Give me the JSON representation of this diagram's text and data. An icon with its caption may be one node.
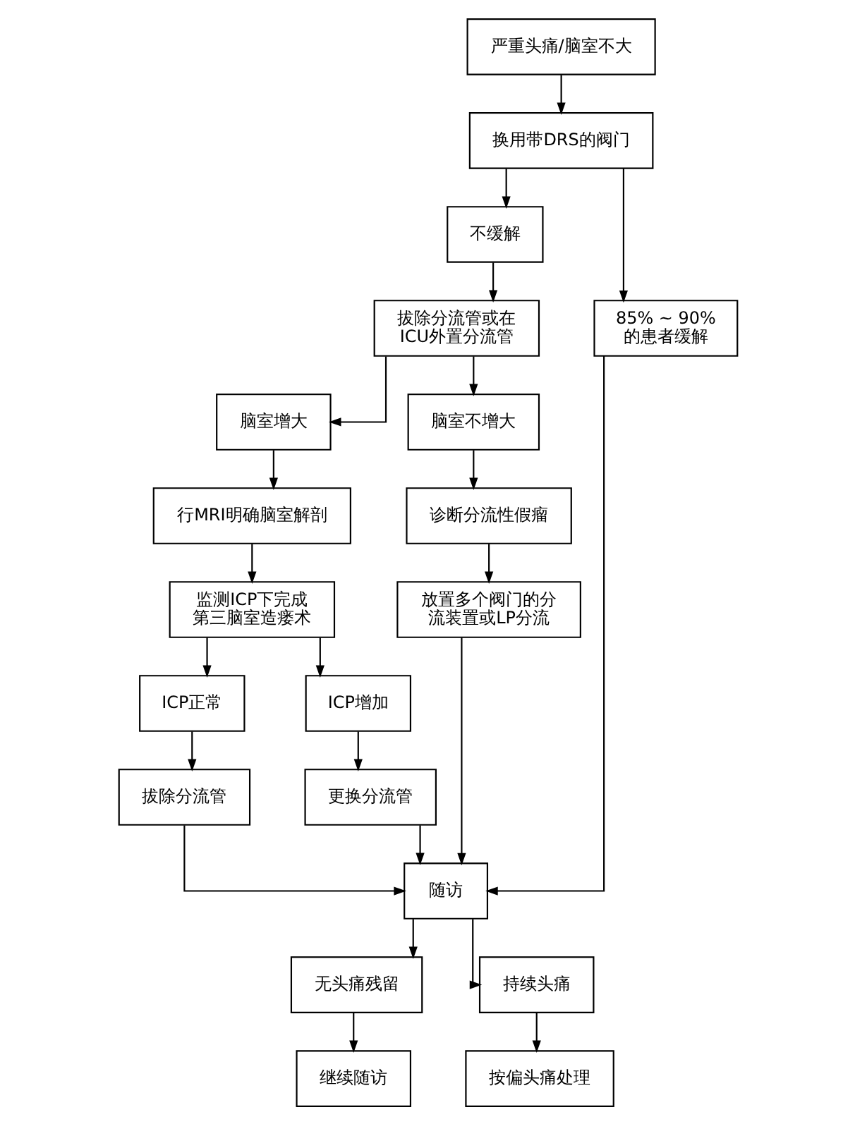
{
  "diagram": {
    "nodes": [
      {
        "text": [
          "严重头痛/脑室不大"
        ]
      },
      {
        "text": [
          "换用带DRS的阀门"
        ]
      },
      {
        "text": [
          "不缓解"
        ]
      },
      {
        "text": [
          "85% ~ 90%的患者缓解"
        ]
      },
      {
        "text": [
          "拔除分流管或在ICU外置分流管"
        ]
      },
      {
        "text": [
          "脑室增大"
        ]
      },
      {
        "text": [
          "脑室不增大"
        ]
      },
      {
        "text": [
          "行MRI明确脑室解剖"
        ]
      },
      {
        "text": [
          "诊断分流性假瘤"
        ]
      },
      {
        "text": [
          "监测ICP下完成第三脑室造瘘术"
        ]
      },
      {
        "text": [
          "ICP正常"
        ]
      },
      {
        "text": [
          "ICP增加"
        ]
      },
      {
        "text": [
          "拔除分流管"
        ]
      },
      {
        "text": [
          "更换分流管"
        ]
      },
      {
        "text": [
          "放置多个阀门的分流装置或LP分流"
        ]
      },
      {
        "text": [
          "随访"
        ]
      },
      {
        "text": [
          "无头痛残留"
        ]
      },
      {
        "text": [
          "持续头痛"
        ]
      },
      {
        "text": [
          "继续随访"
        ]
      },
      {
        "text": [
          "按偏头痛处理"
        ]
      }
    ],
    "edges": [
      {
        "from": 0,
        "to": 1,
        "arrow": "to"
      },
      {
        "from": 1,
        "to": 2,
        "arrow": "to"
      },
      {
        "from": 1,
        "to": 3,
        "arrow": "to"
      },
      {
        "from": 2,
        "to": 4,
        "arrow": "to"
      },
      {
        "from": 4,
        "to": 5,
        "arrow": "to"
      },
      {
        "from": 4,
        "to": 6,
        "arrow": "to"
      },
      {
        "from": 5,
        "to": 7,
        "arrow": "to"
      },
      {
        "from": 7,
        "to": 9,
        "arrow": "to"
      },
      {
        "from": 9,
        "to": 10,
        "arrow": "to"
      },
      {
        "from": 9,
        "to": 11,
        "arrow": "to"
      },
      {
        "from": 10,
        "to": 12,
        "arrow": "to"
      },
      {
        "from": 11,
        "to": 13,
        "arrow": "to"
      },
      {
        "from": 6,
        "to": 8,
        "arrow": "to"
      },
      {
        "from": 8,
        "to": 14,
        "arrow": "to"
      },
      {
        "from": 12,
        "to": 15,
        "arrow": "to"
      },
      {
        "from": 13,
        "to": 15,
        "arrow": "to"
      },
      {
        "from": 14,
        "to": 15,
        "arrow": "to"
      },
      {
        "from": 3,
        "to": 15,
        "arrow": "to"
      },
      {
        "from": 15,
        "to": 16,
        "arrow": "to"
      },
      {
        "from": 15,
        "to": 17,
        "arrow": "to"
      },
      {
        "from": 16,
        "to": 18,
        "arrow": "to"
      },
      {
        "from": 17,
        "to": 19,
        "arrow": "to"
      }
    ]
  }
}
